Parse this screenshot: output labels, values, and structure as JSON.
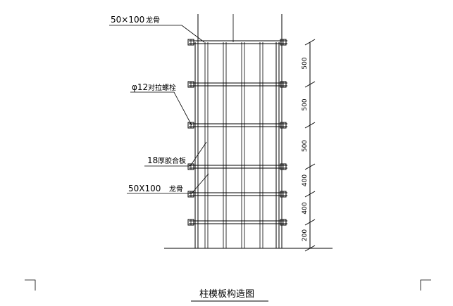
{
  "labels": {
    "top_rib": {
      "size": "50×100",
      "name": "龙骨"
    },
    "bolt": {
      "size": "φ12",
      "name": "对拉螺栓"
    },
    "plywood": {
      "size": "18",
      "name": "厚胶合板"
    },
    "mid_rib": {
      "size": "50X100",
      "name": "龙骨"
    }
  },
  "dimensions": [
    "500",
    "500",
    "500",
    "400",
    "400",
    "200"
  ],
  "title": "柱模板构造图"
}
